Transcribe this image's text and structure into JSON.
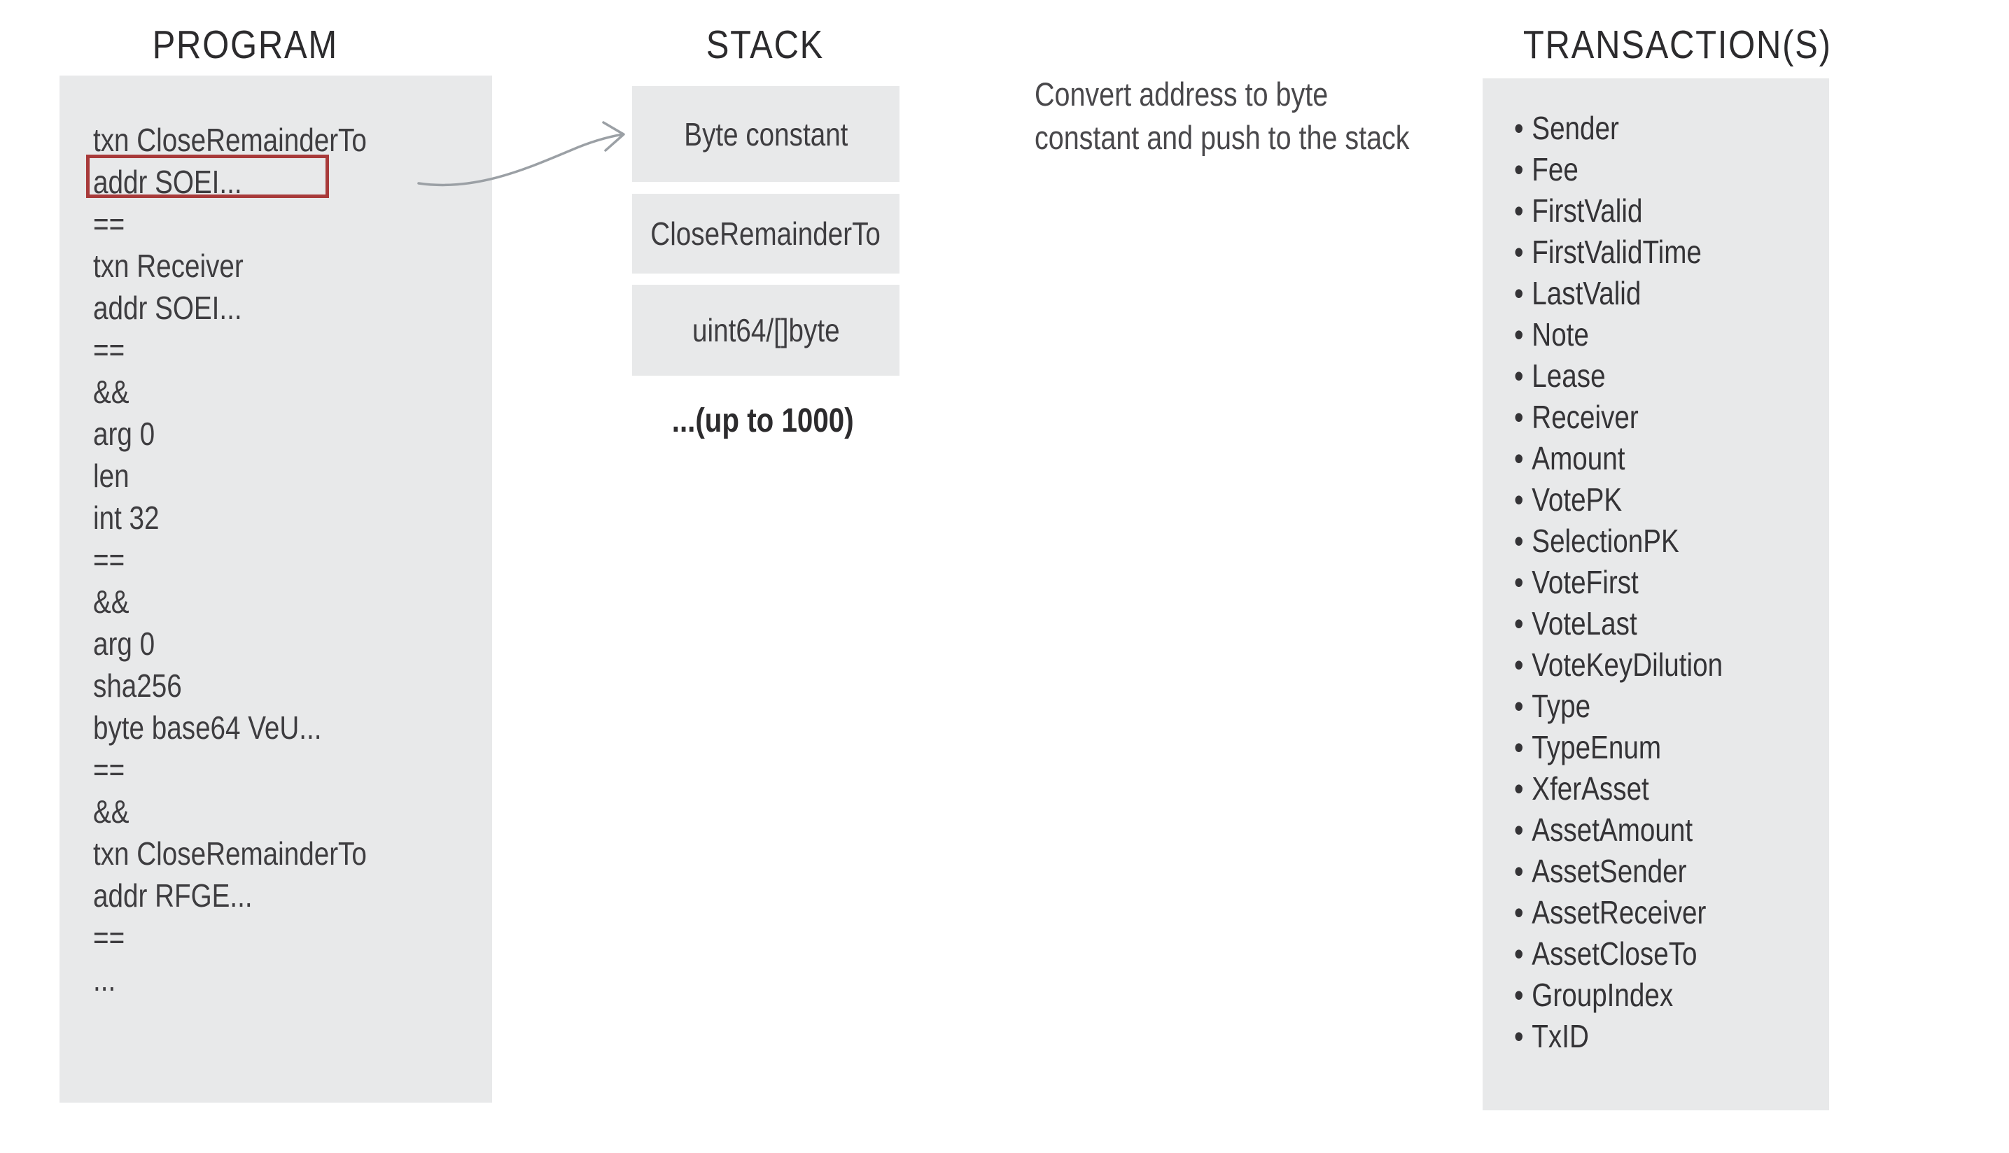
{
  "program": {
    "title": "PROGRAM",
    "highlighted_line_index": 1,
    "lines": [
      "txn CloseRemainderTo",
      "addr SOEI...",
      "==",
      "txn Receiver",
      "addr SOEI...",
      "==",
      "&&",
      "arg 0",
      "len",
      "int 32",
      "==",
      "&&",
      "arg 0",
      "sha256",
      "byte base64 VeU...",
      "==",
      "&&",
      "txn CloseRemainderTo",
      "addr RFGE...",
      "==",
      "..."
    ]
  },
  "stack": {
    "title": "STACK",
    "boxes": [
      "Byte constant",
      "CloseRemainderTo",
      "uint64/[]byte"
    ],
    "more_note": "...(up to 1000)"
  },
  "annotation": {
    "lines": [
      "Convert address to byte",
      "constant and push to the stack"
    ]
  },
  "transactions": {
    "title": "TRANSACTION(S)",
    "bullet_char": "•",
    "items": [
      "Sender",
      "Fee",
      "FirstValid",
      "FirstValidTime",
      "LastValid",
      "Note",
      "Lease",
      "Receiver",
      "Amount",
      "VotePK",
      "SelectionPK",
      "VoteFirst",
      "VoteLast",
      "VoteKeyDilution",
      "Type",
      "TypeEnum",
      "XferAsset",
      "AssetAmount",
      "AssetSender",
      "AssetReceiver",
      "AssetCloseTo",
      "GroupIndex",
      "TxID"
    ]
  },
  "colors": {
    "panel_bg": "#e8e9ea",
    "highlight_border": "#a83a3a",
    "heading_text": "#2c2b2d",
    "body_text": "#3e3d40",
    "arrow": "#9ba0a5"
  }
}
